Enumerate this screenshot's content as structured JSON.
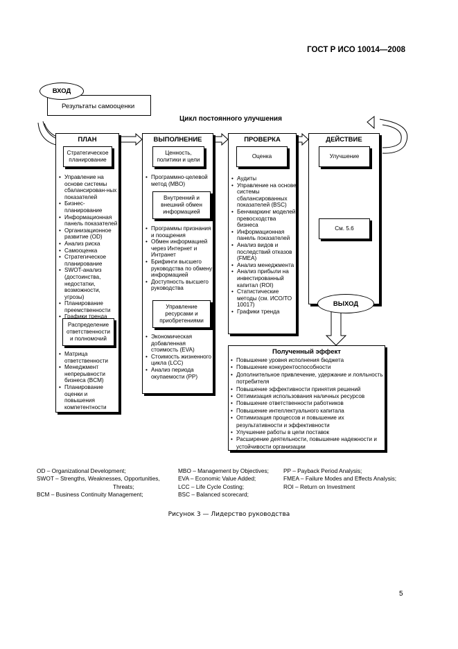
{
  "header": {
    "standard": "ГОСТ Р ИСО 10014—2008"
  },
  "diagram": {
    "input_label": "ВХОД",
    "input_box": "Результаты самооценки",
    "cycle_title": "Цикл постоянного улучшения",
    "output_label": "ВЫХОД",
    "columns": {
      "plan": {
        "title": "ПЛАН",
        "box": "Стратегическое планирование",
        "items": [
          "Управление на основе системы сбалансирован-ных показателей",
          "Бизнес-планирование",
          "Информационная панель показателей",
          "Организационное развитие (OD)",
          "Анализ риска",
          "Самооценка",
          "Стратегическое планирование",
          "SWOT-анализ (достоинства, недостатки, возможности, угрозы)",
          "Планирование преемственности",
          "Графики тренда"
        ],
        "box2": "Распределение ответственности и полномочий",
        "items2": [
          "Матрица ответственности",
          "Менеджмент непрерывности бизнеса (BCM)",
          "Планирование оценки и повышения компетентности"
        ]
      },
      "do": {
        "title": "ВЫПОЛНЕНИЕ",
        "box": "Ценность, политики и цели",
        "items": [
          "Программно-целевой метод (MBO)"
        ],
        "box2": "Внутренний и внешний обмен информацией",
        "items2": [
          "Программы признания и поощрения",
          "Обмен информацией через Интернет и Интранет",
          "Брифинги высшего руководства по обмену информацией",
          "Доступность высшего руководства"
        ],
        "box3": "Управление ресурсами и приобретениями",
        "items3": [
          "Экономическая добавленная стоимость (EVA)",
          "Стоимость жизненного цикла (LCC)",
          "Анализ периода окупаемости (PP)"
        ]
      },
      "check": {
        "title": "ПРОВЕРКА",
        "box": "Оценка",
        "items": [
          "Аудиты",
          "Управление на основе системы сбалансированных показателей (BSC)",
          "Бенчмаркинг моделей превосходства бизнеса",
          "Информационная панель показателей",
          "Анализ видов и последствий отказов (FMEA)",
          "Анализ менеджмента",
          "Анализ прибыли на инвестированный капитал (ROI)",
          "Статистические методы (см. ИСО/ТО 10017)",
          "Графики тренда"
        ]
      },
      "act": {
        "title": "ДЕЙСТВИЕ",
        "box": "Улучшение",
        "box2": "См. 5.6"
      }
    },
    "effect": {
      "title": "Полученный эффект",
      "items": [
        "Повышение уровня исполнения бюджета",
        "Повышение конкурентоспособности",
        "Дополнительное привлечение, удержание и лояльность потребителя",
        "Повышение эффективности принятия решений",
        "Оптимизация использования наличных ресурсов",
        "Повышение ответственности работников",
        "Повышение интеллектуального капитала",
        "Оптимизация процессов и повышение их результативности и эффективности",
        "Улучшение работы в цепи поставок",
        "Расширение деятельности, повышение надежности и устойчивости организации"
      ]
    }
  },
  "abbreviations": {
    "col1": [
      "OD – Organizational Development;",
      "SWOT – Strengths, Weaknesses, Opportunities,",
      "Threats;",
      "BCM – Business Continuity Management;"
    ],
    "col2": [
      "MBO – Management by Objectives;",
      "EVA – Economic Value Added;",
      "LCC – Life Cycle Costing;",
      "BSC – Balanced scorecard;"
    ],
    "col3": [
      "PP – Payback Period Analysis;",
      "FMEA – Failure Modes and Effects Analysis;",
      "ROI – Return on Investment"
    ]
  },
  "caption": "Рисунок 3 — Лидерство руководства",
  "page_number": "5"
}
